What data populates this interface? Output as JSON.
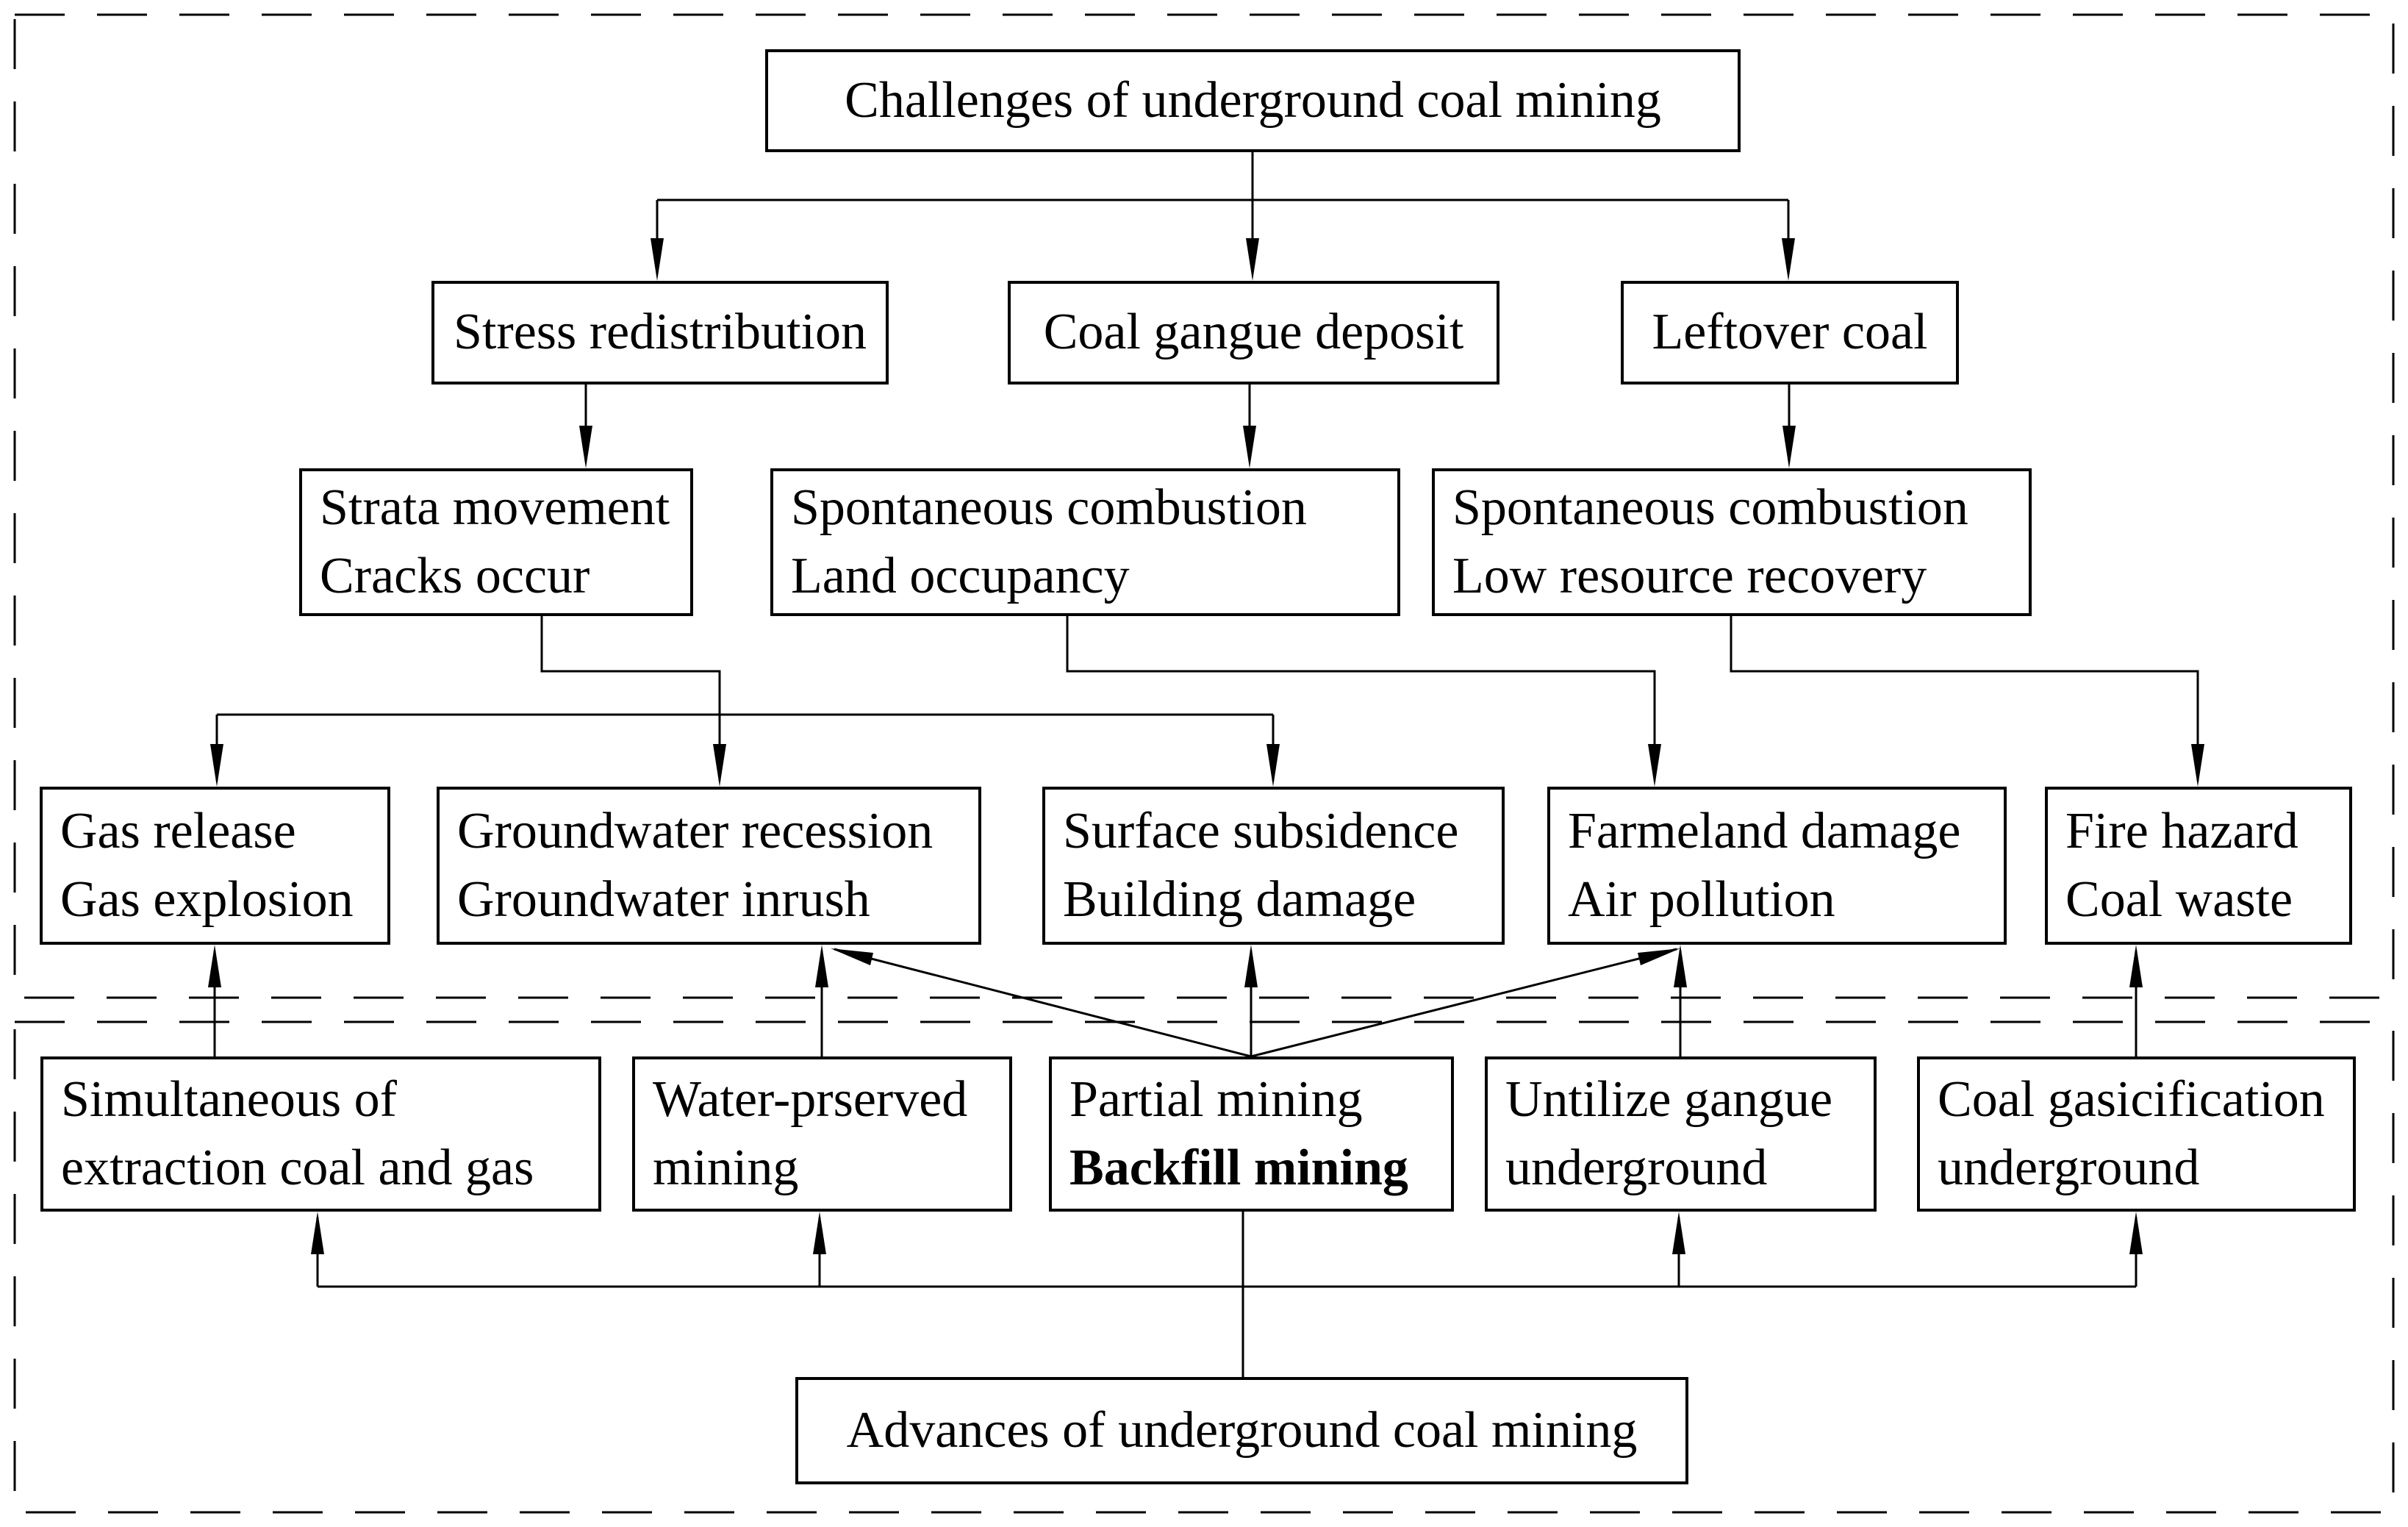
{
  "title": "Underground coal mining challenges and advances flowchart",
  "colors": {
    "line": "#000000",
    "background": "#ffffff",
    "text": "#000000"
  },
  "regions": {
    "top_region_name": "challenges-region",
    "bottom_region_name": "advances-region"
  },
  "boxes": {
    "challenges": {
      "label": "Challenges of underground coal mining"
    },
    "stress": {
      "label": "Stress redistribution"
    },
    "gangue": {
      "label": "Coal gangue deposit"
    },
    "leftover": {
      "label": "Leftover coal"
    },
    "strata": {
      "line1": "Strata movement",
      "line2": "Cracks occur"
    },
    "spont_land": {
      "line1": "Spontaneous combustion",
      "line2": "Land occupancy"
    },
    "spont_low": {
      "line1": "Spontaneous combustion",
      "line2": "Low resource recovery"
    },
    "gas": {
      "line1": "Gas release",
      "line2": "Gas explosion"
    },
    "groundwater": {
      "line1": "Groundwater recession",
      "line2": "Groundwater inrush"
    },
    "subsidence": {
      "line1": "Surface subsidence",
      "line2": "Building damage"
    },
    "farmland": {
      "line1": "Farmeland damage",
      "line2": "Air pollution"
    },
    "fire": {
      "line1": "Fire hazard",
      "line2": "Coal waste"
    },
    "simultaneous": {
      "line1": "Simultaneous of",
      "line2": "extraction coal and gas"
    },
    "water": {
      "line1": "Water-prserved",
      "line2": "mining"
    },
    "partial": {
      "line1": "Partial mining",
      "line2": "Backfill mining"
    },
    "untilize": {
      "line1": "Untilize gangue",
      "line2": "underground"
    },
    "gasification": {
      "line1": "Coal gasicification",
      "line2": "underground"
    },
    "advances": {
      "label": "Advances of underground coal mining"
    }
  }
}
